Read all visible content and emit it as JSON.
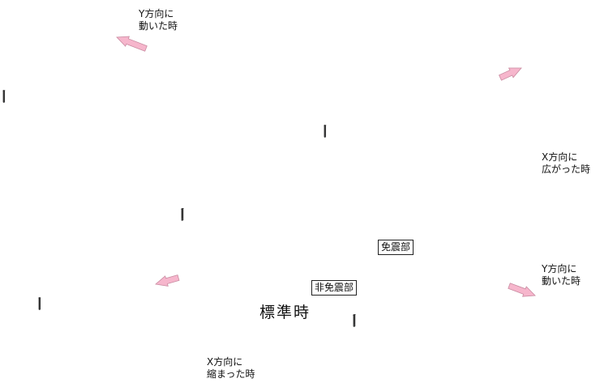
{
  "labels": {
    "top_left": [
      "Y方向に",
      "動いた時"
    ],
    "top_right": [
      "X方向に",
      "広がった時"
    ],
    "bottom_left": [
      "X方向に",
      "縮まった時"
    ],
    "bottom_right": [
      "Y方向に",
      "動いた時"
    ],
    "isolated": "免震部",
    "non_isolated": "非免震部",
    "standard": "標準時"
  },
  "colors": {
    "top_face": "#fbe7dd",
    "side_face": "#c6d3dd",
    "edge": "#333333",
    "arrow": "#f6b6cc"
  }
}
